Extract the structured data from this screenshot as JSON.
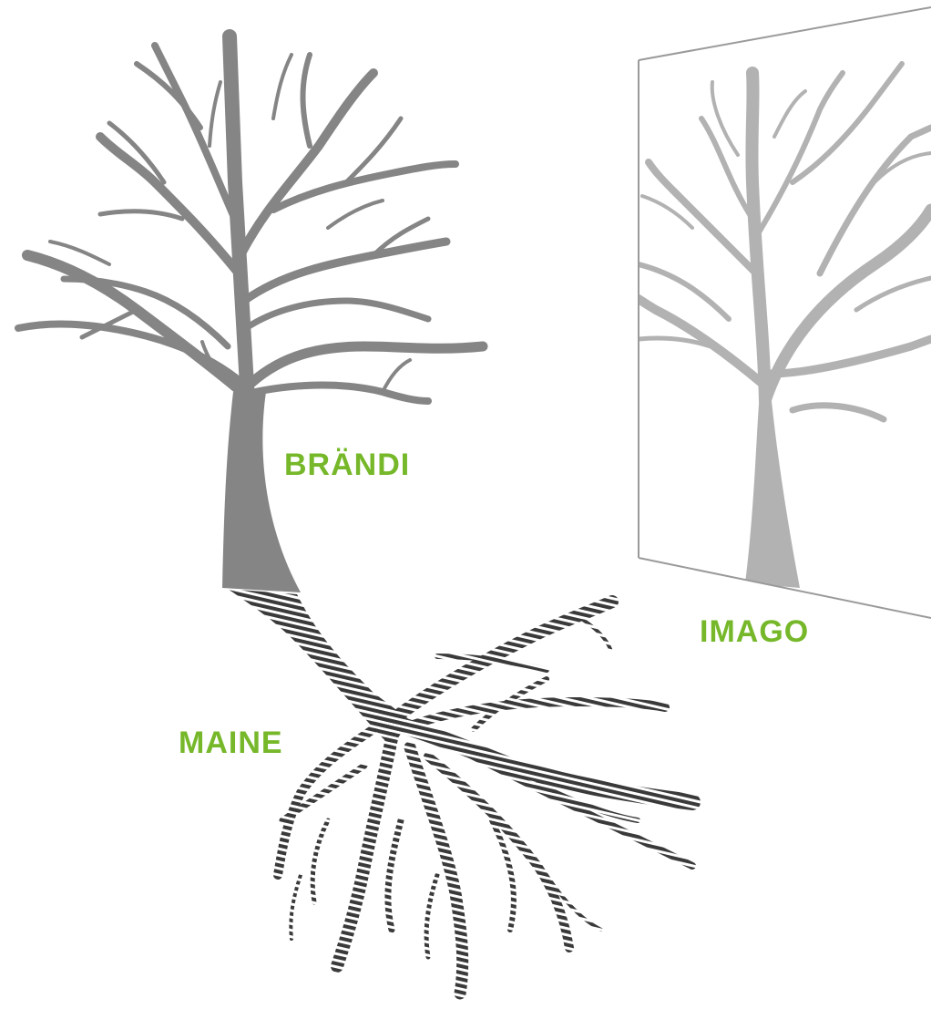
{
  "labels": {
    "brandi": "BRÄNDI",
    "imago": "IMAGO",
    "maine": "MAINE"
  },
  "colors": {
    "label_green": "#76b82a",
    "tree_gray": "#858585",
    "mirror_tree_gray": "#b2b2b2",
    "roots_dark": "#3a3a3a",
    "panel_outline": "#9a9a9a",
    "background": "#ffffff"
  }
}
